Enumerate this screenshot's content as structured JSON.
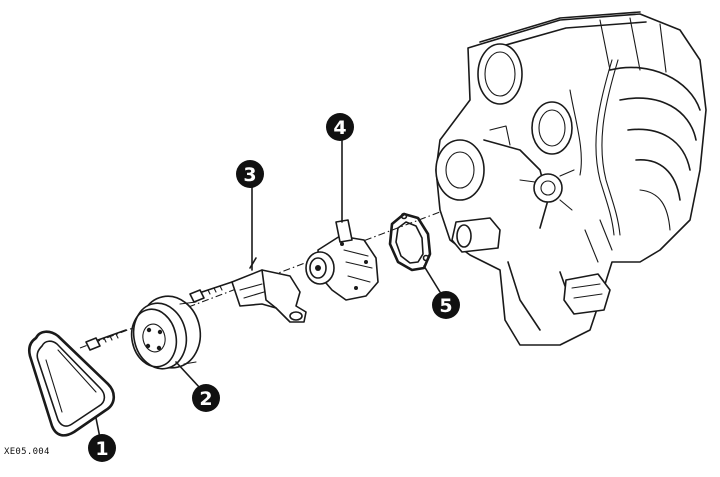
{
  "figure": {
    "reference_code": "XE05.004"
  },
  "callouts": [
    {
      "id": "callout-1",
      "label": "1"
    },
    {
      "id": "callout-2",
      "label": "2"
    },
    {
      "id": "callout-3",
      "label": "3"
    },
    {
      "id": "callout-4",
      "label": "4"
    },
    {
      "id": "callout-5",
      "label": "5"
    }
  ]
}
